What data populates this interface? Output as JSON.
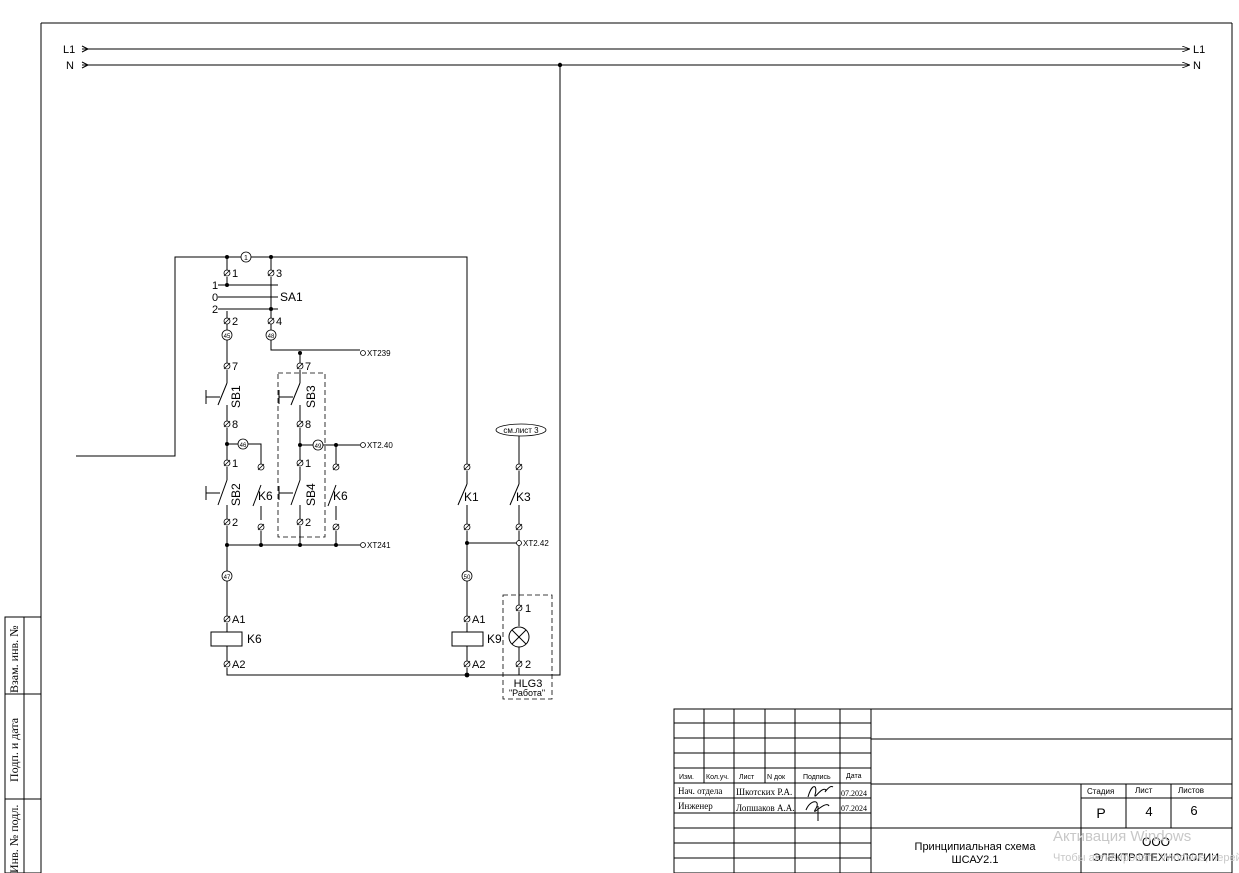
{
  "bus": {
    "l1": "L1",
    "n": "N"
  },
  "nodes": {
    "n1": "1",
    "n45": "45",
    "n46": "46",
    "n47": "47",
    "n48": "48",
    "n49": "49",
    "n50": "50"
  },
  "terminals": {
    "sa1_1": "1",
    "sa1_3": "3",
    "sa1_2": "2",
    "sa1_4": "4",
    "sb1_7": "7",
    "sb1_8": "8",
    "sb2_1": "1",
    "sb2_2": "2",
    "sb3_7": "7",
    "sb3_8": "8",
    "sb4_1": "1",
    "sb4_2": "2",
    "k6_a1": "A1",
    "k6_a2": "A2",
    "k9_a1": "A1",
    "k9_a2": "A2",
    "h_1": "1",
    "h_2": "2"
  },
  "switch_sa1": {
    "name": "SA1",
    "positions": [
      "1",
      "0",
      "2"
    ]
  },
  "labels": {
    "sb1": "SB1",
    "sb2": "SB2",
    "sb3": "SB3",
    "sb4": "SB4",
    "k6_contact_a": "K6",
    "k6_contact_b": "K6",
    "k1": "K1",
    "k3": "K3",
    "k6_coil": "K6",
    "k9_coil": "K9",
    "xt239": "XT239",
    "xt240": "XT2.40",
    "xt241": "XT241",
    "xt242": "XT2.42",
    "sheet_ref": "см.лист 3",
    "lamp": "HLG3",
    "lamp_caption": "\"Работа\""
  },
  "side_stamp": [
    "Взам. инв. №",
    "Подп. и дата",
    "Инв. № подл."
  ],
  "title_block": {
    "headers": [
      "Изм.",
      "Кол.уч.",
      "Лист",
      "N док",
      "Подпись",
      "Дата"
    ],
    "rows": [
      {
        "role": "Нач. отдела",
        "name": "Шкотских Р.А.",
        "date": "07.2024"
      },
      {
        "role": "Инженер",
        "name": "Лопшаков А.А.",
        "date": "07.2024"
      }
    ],
    "stage_header": "Стадия",
    "sheet_header": "Лист",
    "sheets_header": "Листов",
    "stage": "Р",
    "sheet": "4",
    "sheets": "6",
    "title_line1": "Принципиальная схема",
    "title_line2": "ШСАУ2.1",
    "org_line1": "ООО",
    "org_line2": "ЭЛЕКТРОТЕХНОЛОГИИ"
  },
  "watermark": {
    "line1": "Активация Windows",
    "line2": "Чтобы активировать Windows, перейдите в раздел"
  }
}
